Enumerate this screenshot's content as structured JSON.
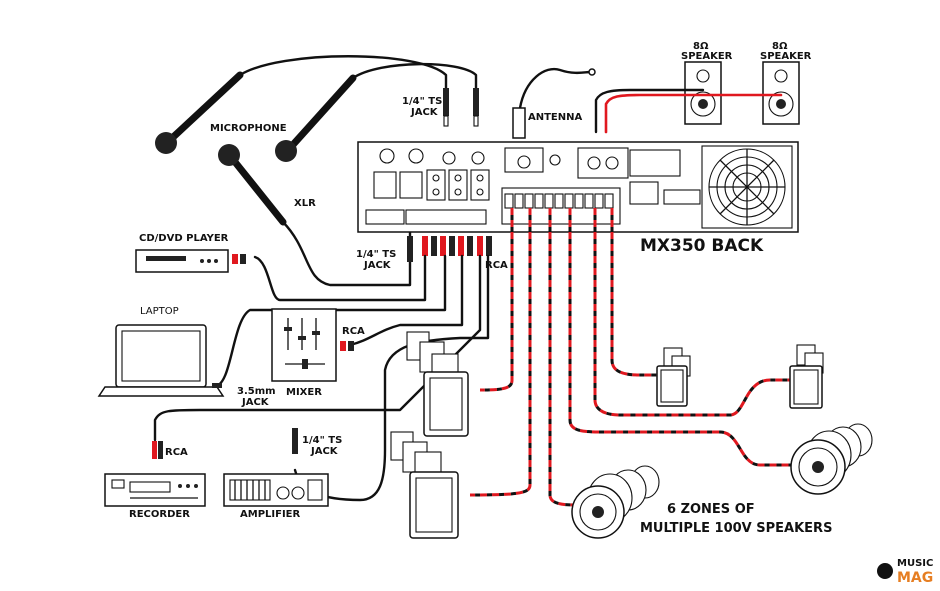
{
  "title": "MX350 BACK",
  "zones_text": [
    "6 ZONES OF",
    "MULTIPLE 100V SPEAKERS"
  ],
  "labels": {
    "microphone": "MICROPHONE",
    "xlr": "XLR",
    "jack_ts_top": [
      "1/4\"  TS",
      "JACK"
    ],
    "antenna": "ANTENNA",
    "speaker_a": [
      "8Ω",
      "SPEAKER"
    ],
    "speaker_b": [
      "8Ω",
      "SPEAKER"
    ],
    "cd_dvd": "CD/DVD PLAYER",
    "jack_ts_mid": [
      "1/4\"  TS",
      "JACK"
    ],
    "rca_main": "RCA",
    "laptop": "LAPTOP",
    "rca_mixer": "RCA",
    "jack_35": [
      "3.5mm",
      "JACK"
    ],
    "mixer": "MIXER",
    "rca_recorder": "RCA",
    "jack_ts_amp": [
      "1/4\"  TS",
      "JACK"
    ],
    "recorder": "RECORDER",
    "amplifier": "AMPLIFIER"
  },
  "watermark": [
    "MUSIC",
    "MAG"
  ],
  "colors": {
    "signal": "#111111",
    "speaker_wire": "#e0181f",
    "background": "#ffffff"
  }
}
